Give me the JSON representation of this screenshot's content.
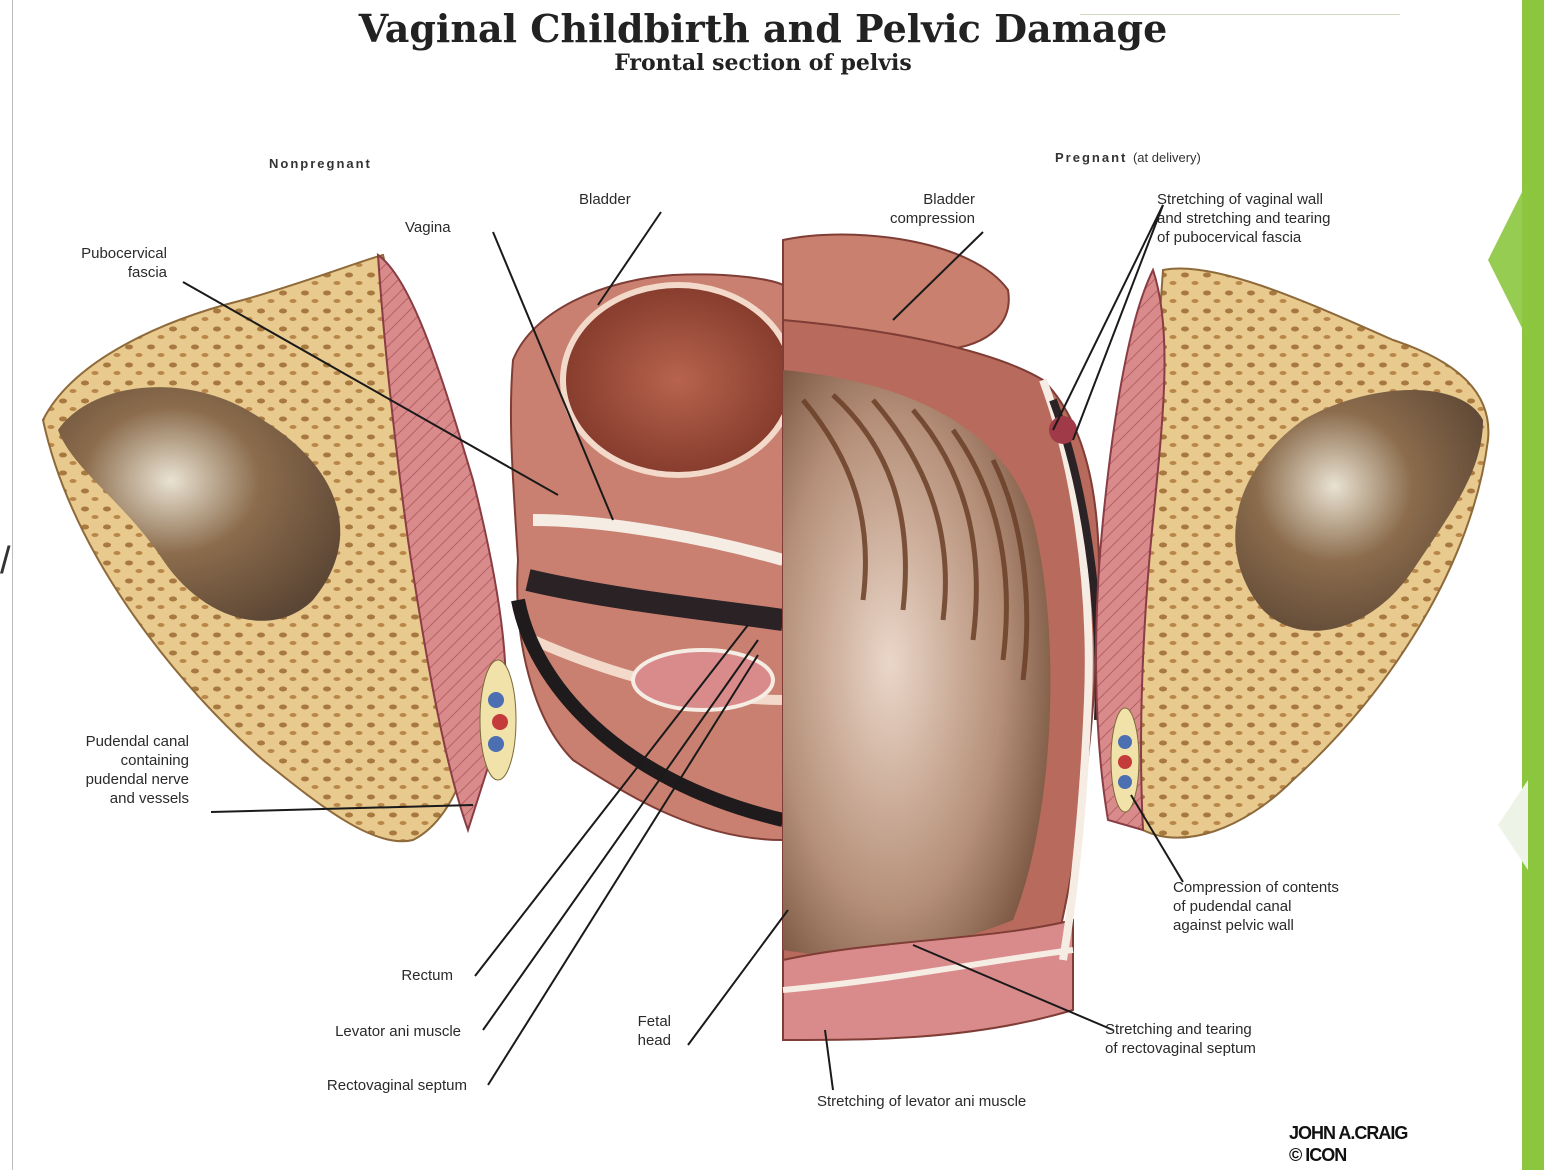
{
  "figure": {
    "title": "Vaginal Childbirth and Pelvic Damage",
    "subtitle": "Frontal section of pelvis",
    "panels": {
      "left": {
        "title": "Nonpregnant"
      },
      "right": {
        "title": "Pregnant",
        "note": "(at delivery)"
      }
    },
    "labels": {
      "bladder": "Bladder",
      "vagina": "Vagina",
      "pubocervical_fascia": "Pubocervical\nfascia",
      "bladder_compression": "Bladder\ncompression",
      "stretching_vaginal_wall": "Stretching of vaginal wall\nand stretching and tearing\nof pubocervical fascia",
      "pudendal_canal": "Pudendal canal\ncontaining\npudendal nerve\nand vessels",
      "compression_pudendal": "Compression of contents\nof pudendal canal\nagainst pelvic wall",
      "rectum": "Rectum",
      "levator_ani": "Levator ani muscle",
      "rectovaginal_septum": "Rectovaginal septum",
      "fetal_head": "Fetal\nhead",
      "stretching_rectovaginal": "Stretching and tearing\nof rectovaginal septum",
      "stretching_levator": "Stretching of levator ani muscle"
    },
    "signature": {
      "line1": "JOHN A.CRAIG",
      "line2": "© ICON"
    }
  },
  "colors": {
    "accent_green": "#8cc63f",
    "bone": "#e8c98e",
    "bone_pores": "#a7793f",
    "muscle": "#d98b8b",
    "fascia": "#dfe6ee",
    "bladder_inner": "#9a4a38",
    "hair": "#7a4a2e",
    "skin": "#d8b8a6"
  },
  "icons": {
    "stray_glyph": "/"
  }
}
